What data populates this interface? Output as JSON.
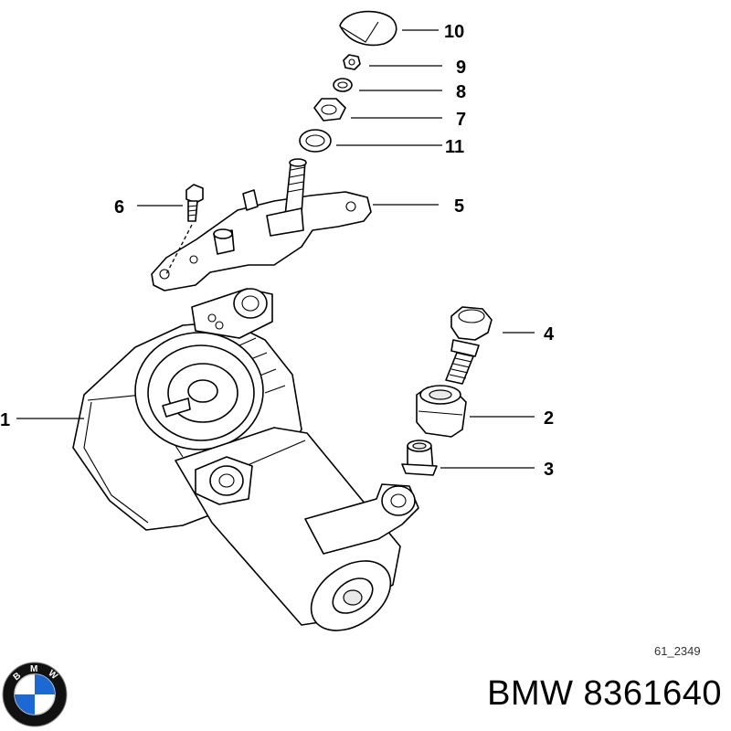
{
  "callouts": {
    "c10": "10",
    "c9": "9",
    "c8": "8",
    "c7": "7",
    "c11": "11",
    "c5": "5",
    "c6": "6",
    "c4": "4",
    "c2": "2",
    "c3": "3",
    "c1": "1"
  },
  "reference_code": "61_2349",
  "caption": "BMW 8361640",
  "logo": {
    "icon": "bmw-roundel-logo",
    "letters": "BMW",
    "colors": {
      "ring": "#111111",
      "blue": "#1c69d4",
      "white": "#ffffff"
    }
  }
}
